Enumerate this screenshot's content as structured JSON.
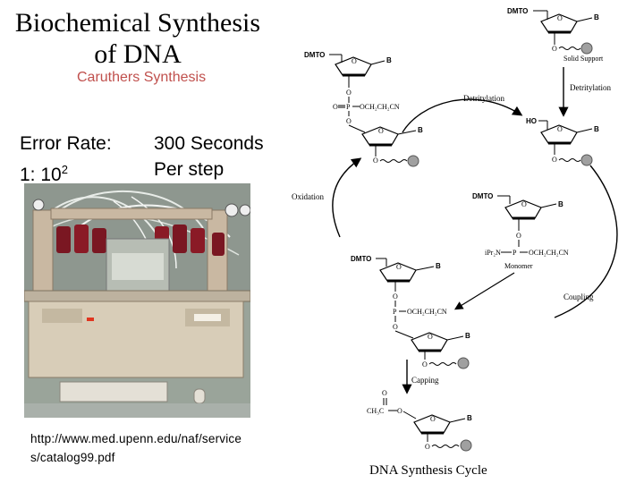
{
  "slide": {
    "title_line1": "Biochemical Synthesis",
    "title_line2": "of DNA",
    "subtitle": "Caruthers Synthesis",
    "error_rate": {
      "label": "Error Rate:",
      "base": "1: 10",
      "exponent": "2"
    },
    "speed": {
      "line1": "300 Seconds",
      "line2": "Per step"
    },
    "url_line1": "http://www.med.upenn.edu/naf/service",
    "url_line2": "s/catalog99.pdf"
  },
  "diagram": {
    "cycle_title": "DNA Synthesis Cycle",
    "steps": {
      "detritylation_top": "Detritylation",
      "detritylation_right": "Detritylation",
      "oxidation": "Oxidation",
      "coupling": "Coupling",
      "capping": "Capping"
    },
    "labels": {
      "dmto": "DMTO",
      "base": "B",
      "oxygen": "O",
      "solid_support": "Solid Support",
      "ho": "HO",
      "monomer": "Monomer",
      "phosphorus": "P",
      "ipr2n": "iPr₂N",
      "ocyano": "OCH₂CH₂CN",
      "ch3c": "CH₃C"
    }
  }
}
